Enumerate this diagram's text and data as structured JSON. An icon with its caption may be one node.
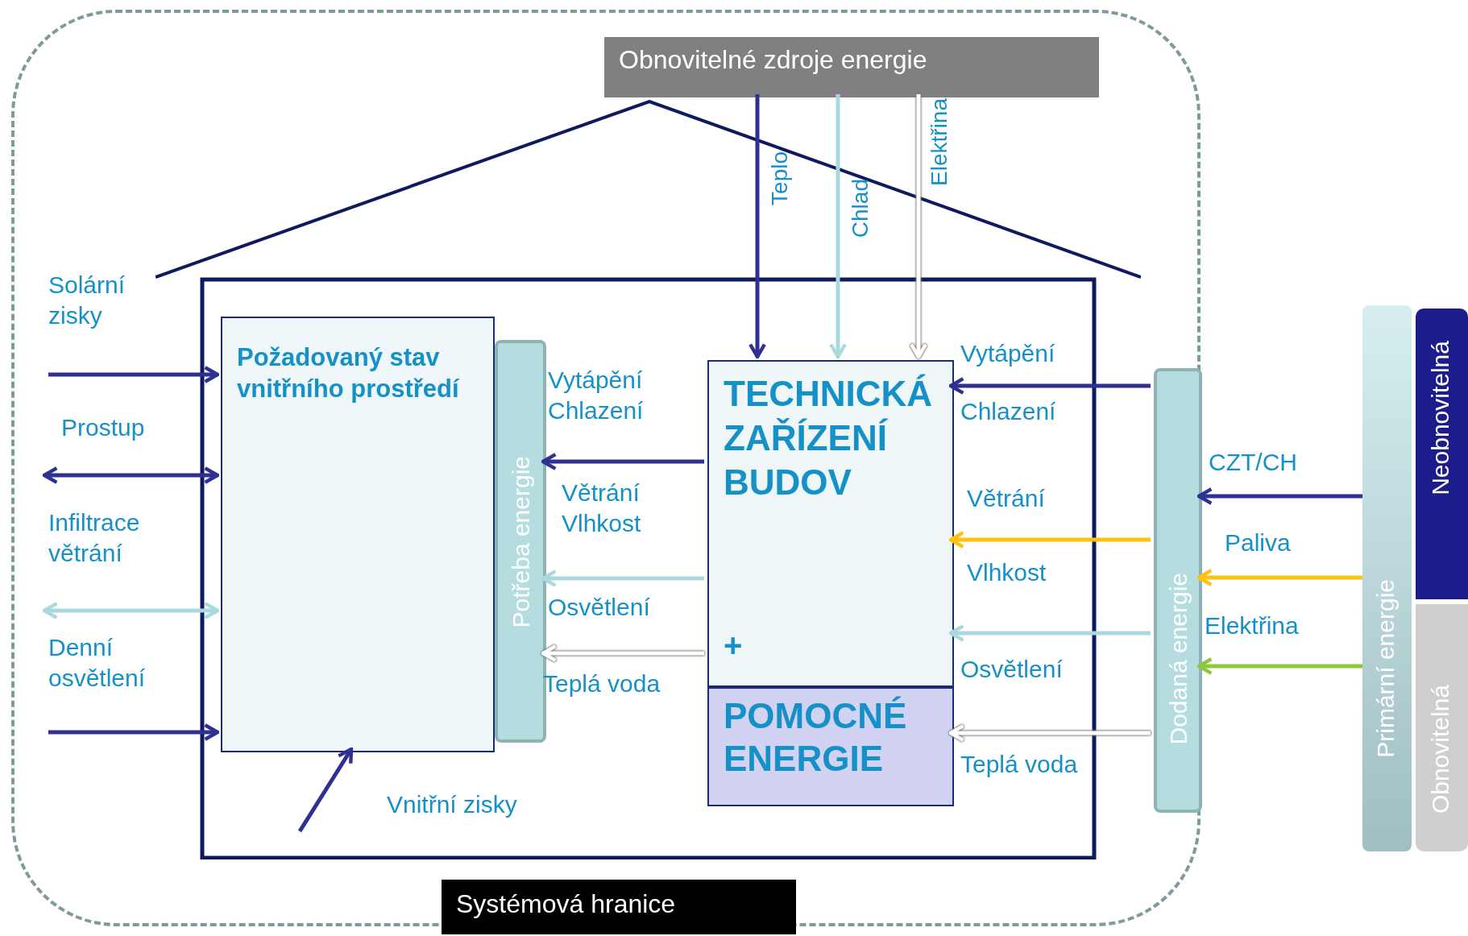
{
  "diagram": {
    "nodes": [
      {
        "text": [
          "Systémová hranice"
        ]
      },
      {
        "text": [
          "Obnovitelné zdroje energie"
        ],
        "in": 0
      },
      {
        "text": [],
        "shape": "house",
        "in": 0
      },
      {
        "text": [
          "Požadovaný stav vnitřního prostředí"
        ],
        "in": 2
      },
      {
        "text": [
          "Potřeba energie"
        ],
        "in": 2
      },
      {
        "text": [
          "TECHNICKÁ ZAŘÍZENÍ BUDOV",
          "+"
        ],
        "in": 2
      },
      {
        "text": [
          "POMOCNÉ ENERGIE"
        ],
        "in": 2
      },
      {
        "text": [
          "Dodaná energie"
        ],
        "in": 0
      },
      {
        "text": [
          "Primární energie"
        ]
      },
      {
        "text": [
          "Neobnovitelná"
        ]
      },
      {
        "text": [
          "Obnovitelná"
        ]
      }
    ],
    "edges": [
      {
        "from": 1,
        "to": 5,
        "arrow": "to",
        "label": "Teplo"
      },
      {
        "from": 1,
        "to": 5,
        "arrow": "to",
        "label": "Chlad",
        "color": "#a9d9de"
      },
      {
        "from": 1,
        "to": 5,
        "arrow": "to",
        "label": "Elektřina",
        "color": "#ffffff"
      },
      {
        "from": null,
        "to": 3,
        "arrow": "to",
        "label": "Solární zisky"
      },
      {
        "from": null,
        "to": 3,
        "arrow": "both",
        "label": "Prostup"
      },
      {
        "from": null,
        "to": 3,
        "arrow": "both",
        "label": "Infiltrace větrání",
        "color": "#a9d9de"
      },
      {
        "from": null,
        "to": 3,
        "arrow": "to",
        "label": "Denní osvětlení"
      },
      {
        "from": null,
        "to": 3,
        "arrow": "to",
        "label": "Vnitřní zisky"
      },
      {
        "from": 5,
        "to": 4,
        "arrow": "to"
      },
      {
        "from": 5,
        "to": 4,
        "arrow": "to",
        "color": "#a9d9de"
      },
      {
        "from": 5,
        "to": 4,
        "arrow": "to",
        "color": "#ffffff"
      },
      {
        "from": 7,
        "to": 5,
        "arrow": "to"
      },
      {
        "from": 7,
        "to": 5,
        "arrow": "to",
        "color": "#ffc20e"
      },
      {
        "from": 7,
        "to": 5,
        "arrow": "to",
        "color": "#a9d9de"
      },
      {
        "from": 7,
        "to": 6,
        "arrow": "to",
        "color": "#ffffff"
      },
      {
        "from": 8,
        "to": 7,
        "arrow": "to",
        "label": "CZT/CH"
      },
      {
        "from": 8,
        "to": 7,
        "arrow": "to",
        "label": "Paliva",
        "color": "#ffc20e"
      },
      {
        "from": 8,
        "to": 7,
        "arrow": "to",
        "label": "Elektřina",
        "color": "#8dc63f"
      }
    ],
    "labels": [
      "Vytápění Chlazení",
      "Větrání Vlhkost",
      "Osvětlení",
      "Teplá voda",
      "Vytápění",
      "Chlazení",
      "Větrání",
      "Vlhkost",
      "Osvětlení",
      "Teplá voda"
    ]
  }
}
